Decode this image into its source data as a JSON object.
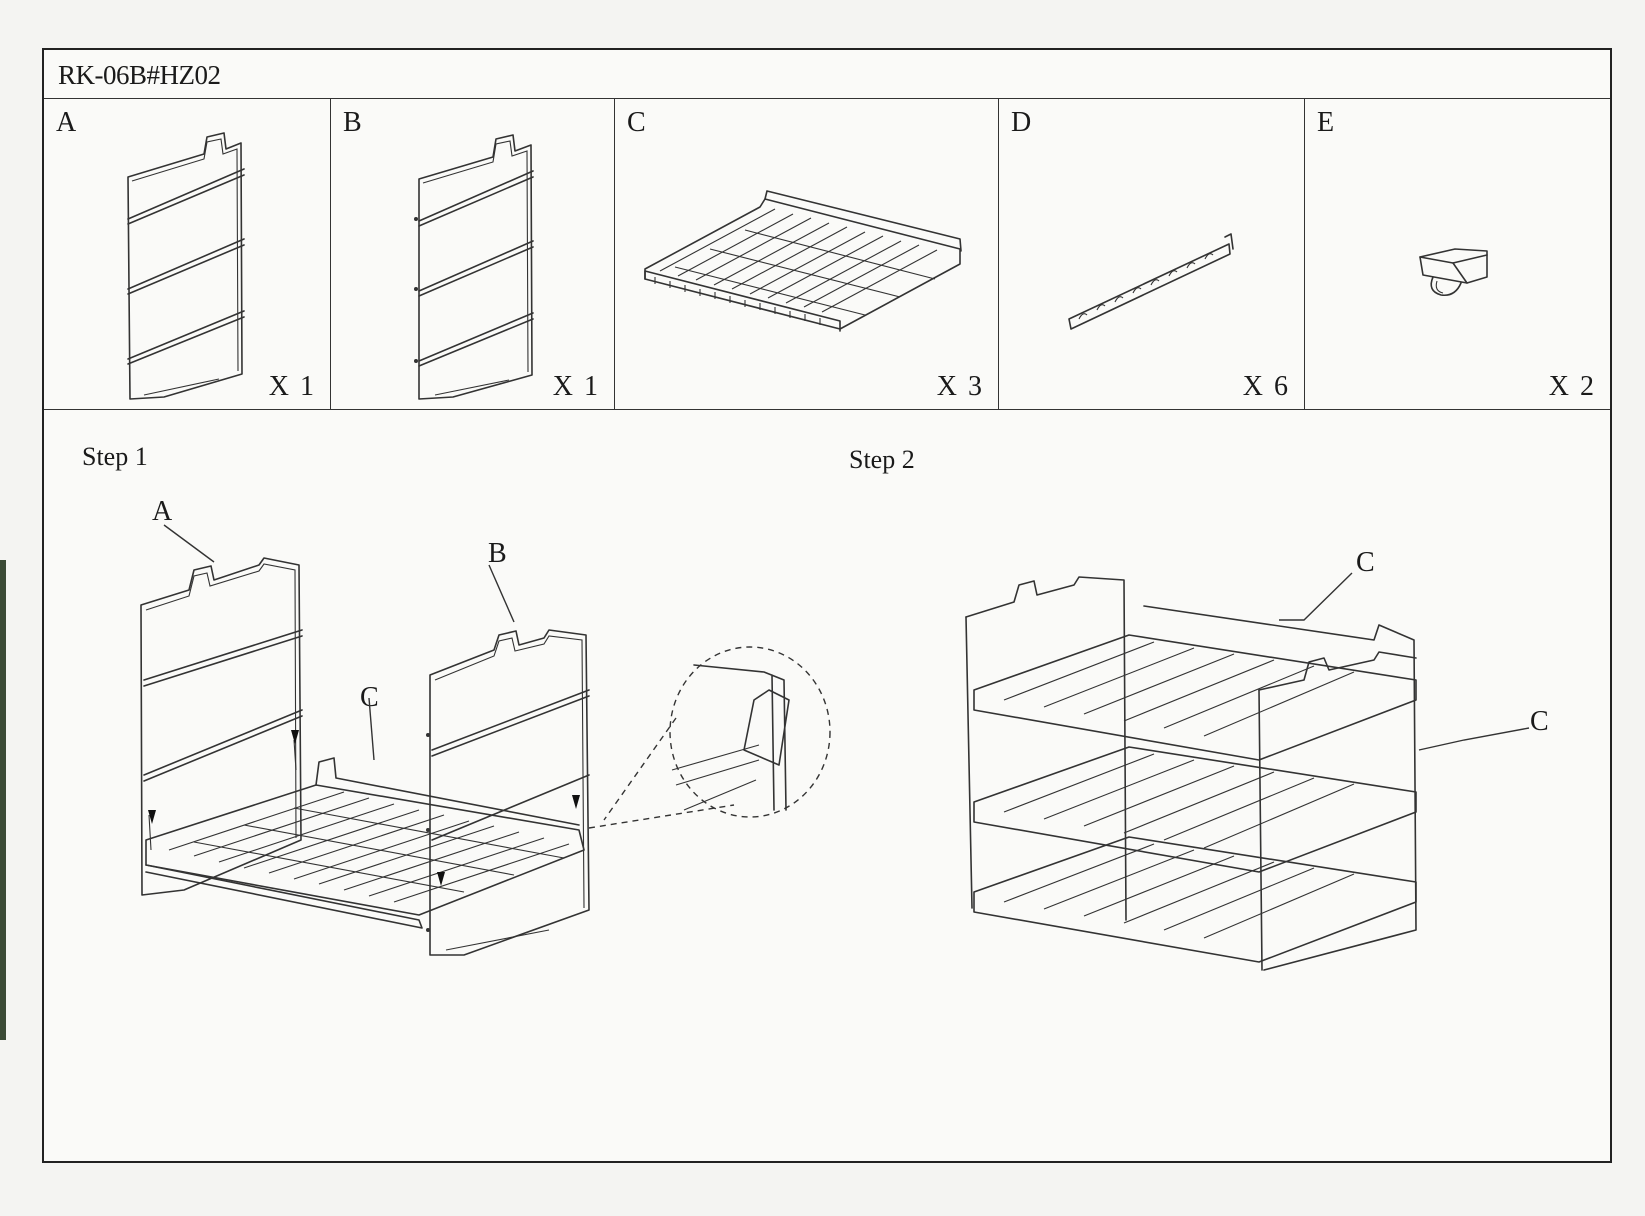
{
  "document": {
    "model_code": "RK-06B#HZ02"
  },
  "parts": [
    {
      "letter": "A",
      "qty": "X 1",
      "icon": "side-panel-a-drawing"
    },
    {
      "letter": "B",
      "qty": "X 1",
      "icon": "side-panel-b-drawing"
    },
    {
      "letter": "C",
      "qty": "X 3",
      "icon": "wire-shelf-drawing"
    },
    {
      "letter": "D",
      "qty": "X 6",
      "icon": "wire-rod-drawing"
    },
    {
      "letter": "E",
      "qty": "X 2",
      "icon": "clip-drawing"
    }
  ],
  "steps": [
    {
      "label": "Step 1",
      "callouts": [
        "A",
        "B",
        "C"
      ]
    },
    {
      "label": "Step 2",
      "callouts": [
        "C",
        "C"
      ]
    }
  ]
}
